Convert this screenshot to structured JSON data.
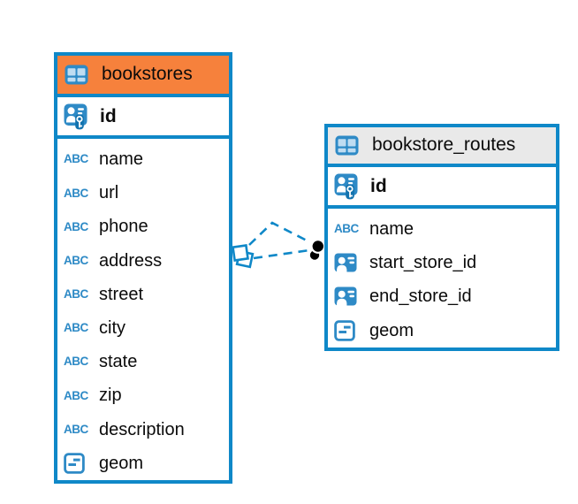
{
  "colors": {
    "accent": "#0f88c8",
    "icon_blue": "#2e8ac6",
    "icon_cell_blue": "#bfdcf1",
    "header_orange": "#f6813c",
    "header_gray": "#e9e9e9",
    "relationship_dot": "#000000",
    "text": "#0b0b0b"
  },
  "icons": {
    "text_glyph": "ABC"
  },
  "tables": [
    {
      "name": "bookstores",
      "primary_key": "id",
      "columns": [
        {
          "label": "name",
          "type": "text"
        },
        {
          "label": "url",
          "type": "text"
        },
        {
          "label": "phone",
          "type": "text"
        },
        {
          "label": "address",
          "type": "text"
        },
        {
          "label": "street",
          "type": "text"
        },
        {
          "label": "city",
          "type": "text"
        },
        {
          "label": "state",
          "type": "text"
        },
        {
          "label": "zip",
          "type": "text"
        },
        {
          "label": "description",
          "type": "text"
        },
        {
          "label": "geom",
          "type": "geometry"
        }
      ]
    },
    {
      "name": "bookstore_routes",
      "primary_key": "id",
      "columns": [
        {
          "label": "name",
          "type": "text"
        },
        {
          "label": "start_store_id",
          "type": "reference"
        },
        {
          "label": "end_store_id",
          "type": "reference"
        },
        {
          "label": "geom",
          "type": "geometry"
        }
      ]
    }
  ],
  "relationship": {
    "from_table": "bookstores",
    "to_table": "bookstore_routes",
    "referencing_columns": [
      "start_store_id",
      "end_store_id"
    ],
    "line_style": "dashed",
    "line_count": 2,
    "source_marker": "double-square",
    "target_marker": "double-dot"
  }
}
